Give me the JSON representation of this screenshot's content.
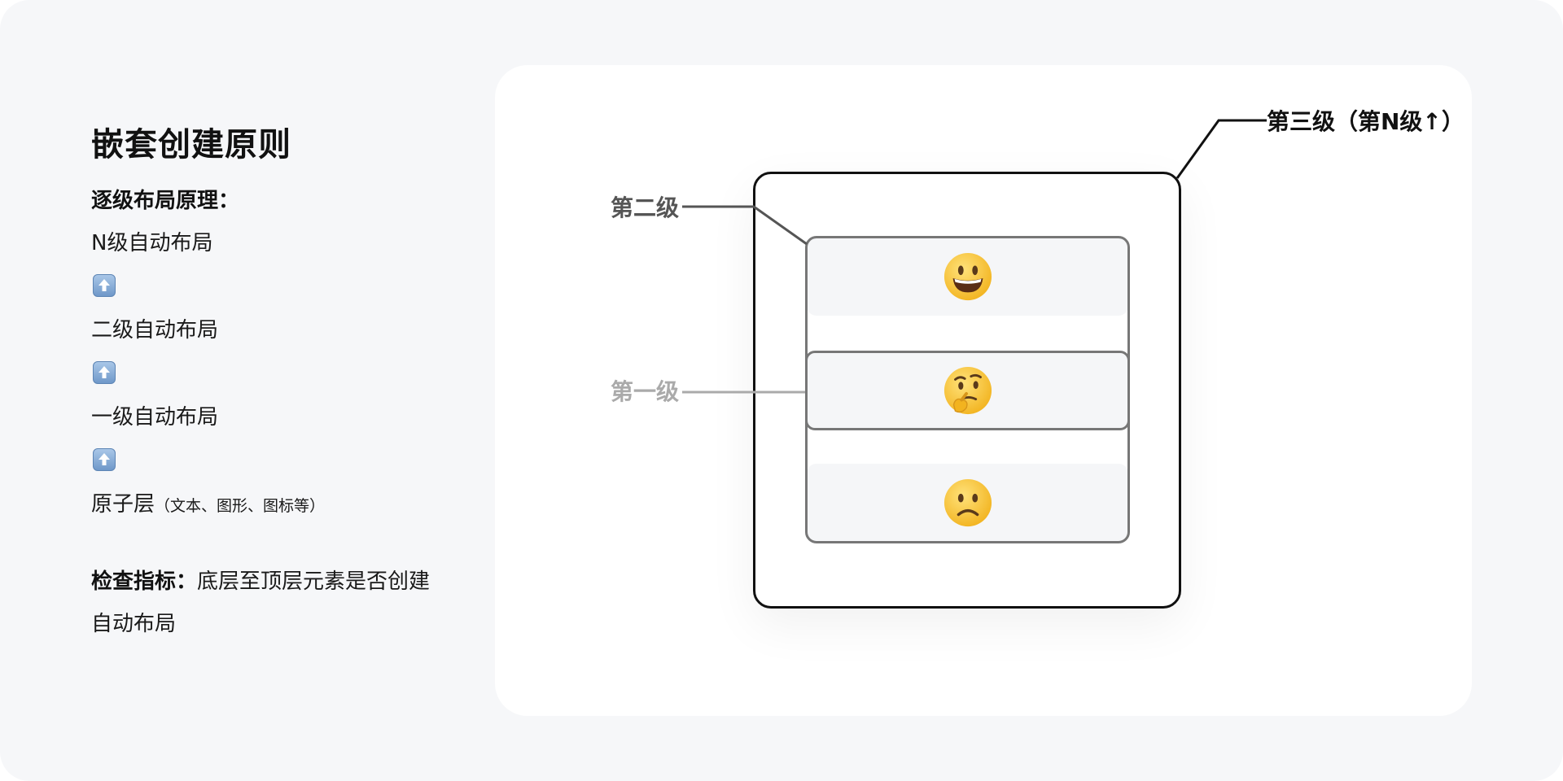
{
  "left_panel": {
    "title": "嵌套创建原则",
    "principle_heading": "逐级布局原理：",
    "levels": [
      "N级自动布局",
      "二级自动布局",
      "一级自动布局"
    ],
    "atomic_main": "原子层",
    "atomic_note": "（文本、图形、图标等）",
    "check_heading": "检查指标：",
    "check_text": "底层至顶层元素是否创建自动布局"
  },
  "diagram": {
    "label_level3": "第三级（第N级↑）",
    "label_level2": "第二级",
    "label_level1": "第一级",
    "rows": [
      {
        "emoji": "grinning-face-icon"
      },
      {
        "emoji": "thinking-face-icon"
      },
      {
        "emoji": "frowning-face-icon"
      }
    ]
  },
  "colors": {
    "page_bg": "#f6f7f9",
    "card_bg": "#ffffff",
    "level3_stroke": "#111111",
    "level2_stroke": "#555555",
    "level1_stroke": "#aaaaaa",
    "row_fill": "#f5f6f8",
    "emoji_yellow": "#f7c53b"
  }
}
